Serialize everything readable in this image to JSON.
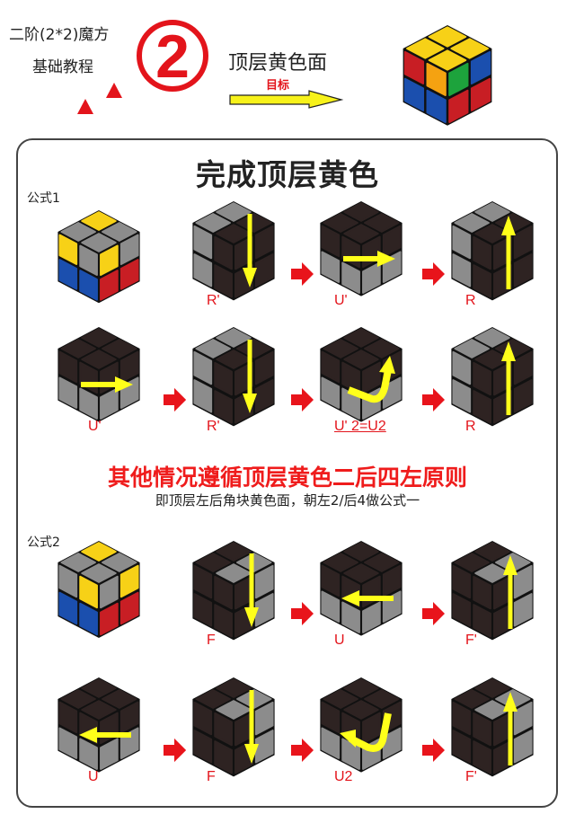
{
  "header": {
    "series_line1": "二阶(2*2)魔方",
    "series_line2": "基础教程",
    "step_number": "2",
    "goal_title": "顶层黄色面",
    "goal_label": "目标"
  },
  "colors": {
    "yellow": "#f7d117",
    "red": "#c81e24",
    "blue": "#1b4fae",
    "green": "#1da33c",
    "orange": "#f5a211",
    "gray": "#8c8c8c",
    "dark": "#2e2322",
    "accent_red": "#e3141b",
    "arrow_yellow": "#ffff1a"
  },
  "goal_cube": {
    "top": [
      "yellow",
      "yellow",
      "yellow",
      "yellow"
    ],
    "left": [
      "red",
      "orange",
      "blue",
      "blue"
    ],
    "right": [
      "green",
      "blue",
      "red",
      "red"
    ]
  },
  "main_title": "完成顶层黄色",
  "formula1": {
    "label": "公式1",
    "reference_cube": {
      "top": [
        "yellow",
        "gray",
        "gray",
        "gray"
      ],
      "left": [
        "yellow",
        "gray",
        "blue",
        "blue"
      ],
      "right": [
        "yellow",
        "gray",
        "red",
        "red"
      ]
    },
    "steps": [
      {
        "move": "R'",
        "arrow": "down",
        "view": "right-turn",
        "underline": false
      },
      {
        "move": "U'",
        "arrow": "right",
        "view": "top-turn",
        "underline": false
      },
      {
        "move": "R",
        "arrow": "up",
        "view": "right-turn",
        "underline": false
      },
      {
        "move": "U'",
        "arrow": "right",
        "view": "top-turn",
        "underline": false
      },
      {
        "move": "R'",
        "arrow": "down",
        "view": "right-turn",
        "underline": false
      },
      {
        "move": "U' 2=U2",
        "arrow": "u-turn-right",
        "view": "top-turn",
        "underline": true
      },
      {
        "move": "R",
        "arrow": "up",
        "view": "right-turn",
        "underline": false
      }
    ]
  },
  "rule": {
    "headline": "其他情况遵循顶层黄色二后四左原则",
    "explanation": "即顶层左后角块黄色面，朝左2/后4做公式一"
  },
  "formula2": {
    "label": "公式2",
    "reference_cube": {
      "top": [
        "yellow",
        "gray",
        "gray",
        "gray"
      ],
      "left": [
        "gray",
        "yellow",
        "blue",
        "blue"
      ],
      "right": [
        "gray",
        "yellow",
        "red",
        "red"
      ]
    },
    "steps": [
      {
        "move": "F",
        "arrow": "down",
        "view": "front-turn",
        "underline": false
      },
      {
        "move": "U",
        "arrow": "left",
        "view": "top-turn",
        "underline": false
      },
      {
        "move": "F'",
        "arrow": "up",
        "view": "front-turn",
        "underline": false
      },
      {
        "move": "U",
        "arrow": "left",
        "view": "top-turn",
        "underline": false
      },
      {
        "move": "F",
        "arrow": "down",
        "view": "front-turn",
        "underline": false
      },
      {
        "move": "U2",
        "arrow": "u-turn-left",
        "view": "top-turn",
        "underline": false
      },
      {
        "move": "F'",
        "arrow": "up",
        "view": "front-turn",
        "underline": false
      }
    ]
  }
}
